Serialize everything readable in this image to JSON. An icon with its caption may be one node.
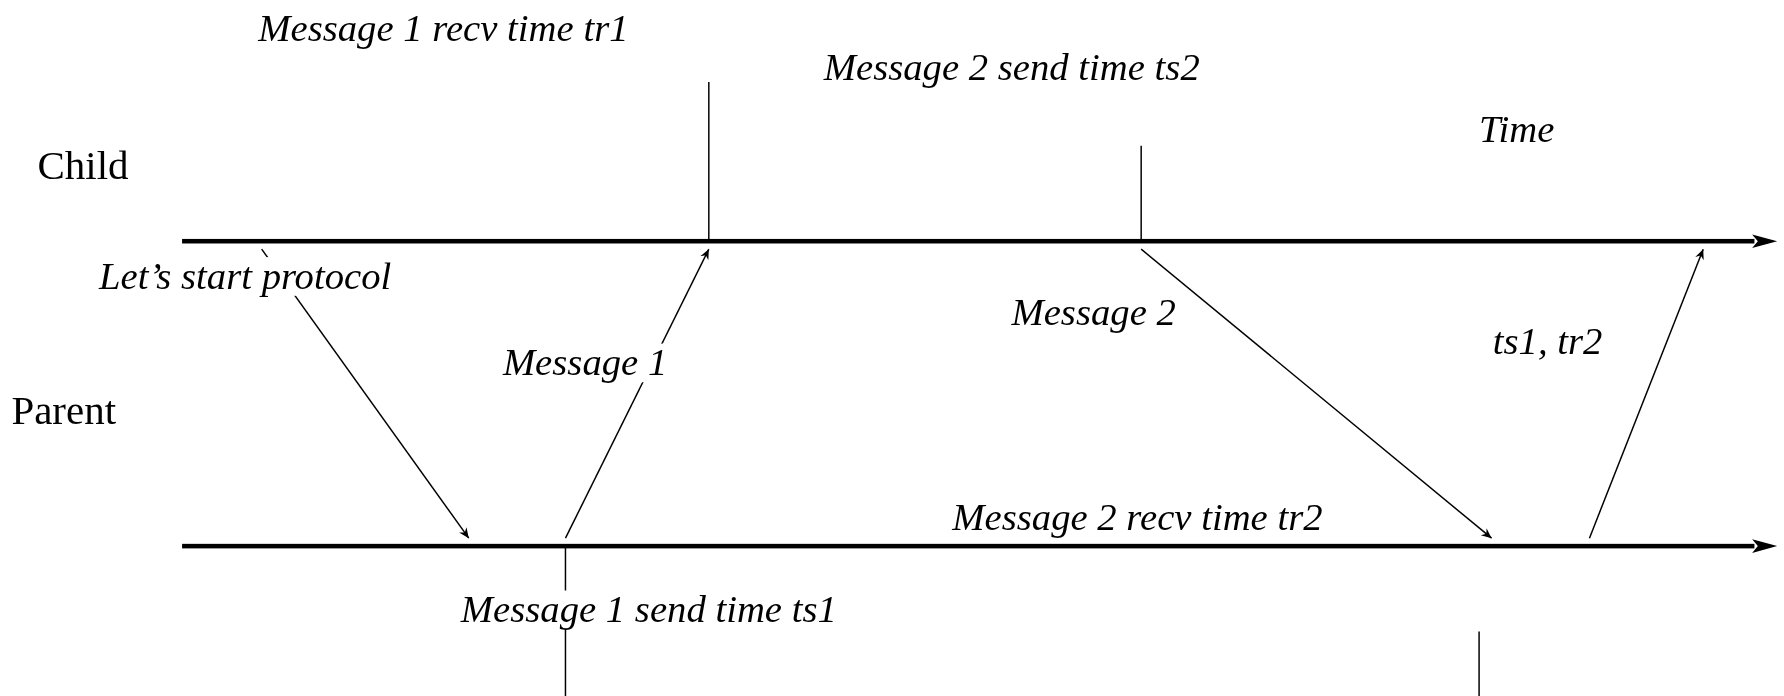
{
  "diagram": {
    "nodes": [
      {
        "text": [
          "Child"
        ]
      },
      {
        "text": [
          "Parent"
        ]
      }
    ],
    "edges": [
      {
        "from": 0,
        "to": 1,
        "arrow": "to",
        "label": "Let’s start protocol"
      },
      {
        "from": 1,
        "to": 0,
        "arrow": "to",
        "label": "Message 1"
      },
      {
        "from": 0,
        "to": 1,
        "arrow": "to",
        "label": "Message 2"
      },
      {
        "from": 1,
        "to": 0,
        "arrow": "to",
        "label": "ts1, tr2"
      }
    ],
    "labels": [
      "Message 1 recv time tr1",
      "Message 2 send time ts2",
      "Time",
      "Message 2 recv time tr2",
      "Message 1 send time ts1"
    ]
  }
}
